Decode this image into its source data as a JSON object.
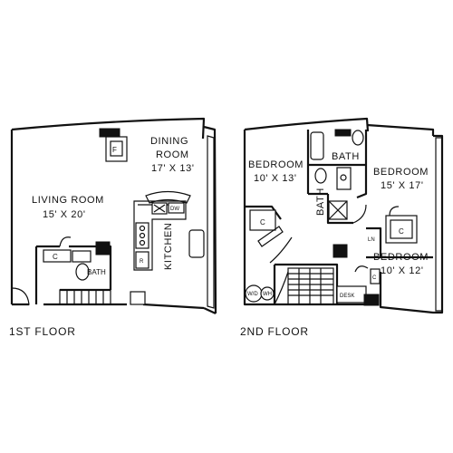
{
  "floors": [
    {
      "label": "1ST FLOOR",
      "rooms": {
        "dining_name_1": "DINING",
        "dining_name_2": "ROOM",
        "dining_dims": "17' X 13'",
        "living_name": "LIVING ROOM",
        "living_dims": "15' X 20'",
        "kitchen": "KITCHEN",
        "bath": "BATH"
      },
      "fixtures": {
        "fireplace": "F",
        "closet": "C",
        "dishwasher": "DW",
        "refrigerator": "R"
      }
    },
    {
      "label": "2ND FLOOR",
      "rooms": {
        "bedroom_a_name": "BEDROOM",
        "bedroom_a_dims": "10' X 13'",
        "bedroom_b_name": "BEDROOM",
        "bedroom_b_dims": "15' X 17'",
        "bedroom_c_name": "BEDROOM",
        "bedroom_c_dims": "10' X 12'",
        "bath_top": "BATH",
        "bath_side": "BATH"
      },
      "fixtures": {
        "closet_left": "C",
        "closet_right": "C",
        "closet_small": "C",
        "linen": "LN",
        "washer": "W/D",
        "water_heater": "WH",
        "desk": "DESK"
      }
    }
  ]
}
